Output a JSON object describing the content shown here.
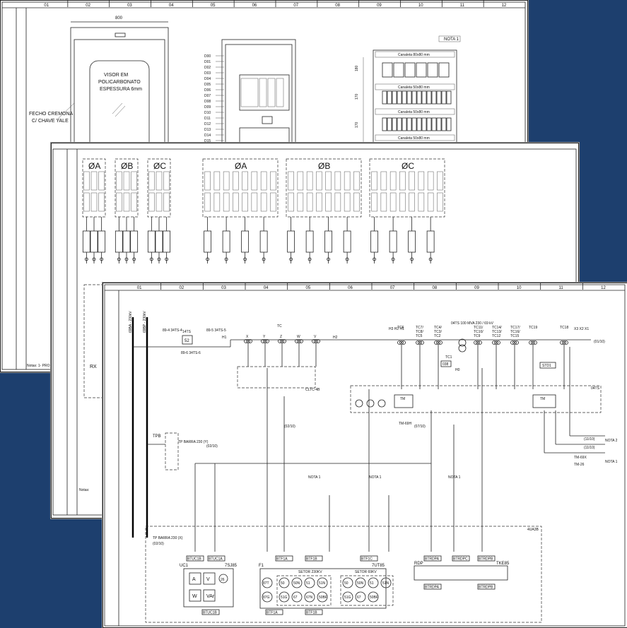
{
  "columns": [
    "01",
    "02",
    "03",
    "04",
    "05",
    "06",
    "07",
    "08",
    "09",
    "10",
    "11",
    "12"
  ],
  "sheet1": {
    "dimension": "800",
    "door_label": "VISOR EM POLICARBONATO ESPESSURA 6mm",
    "lock_label": "FECHO CREMONA C/ CHAVE YALE",
    "nota": "NOTA 1",
    "canaletas": [
      "Canaleta 80x80 mm",
      "Canaleta 50x80 mm",
      "Canaleta 50x80 mm",
      "Canaleta 50x80 mm"
    ],
    "row_codes": [
      "D00",
      "D01",
      "D02",
      "D03",
      "D04",
      "D05",
      "D06",
      "D07",
      "D08",
      "D09",
      "D10",
      "D11",
      "D12",
      "D13",
      "D14",
      "D15"
    ],
    "dims": [
      "180",
      "170",
      "170"
    ],
    "note_footer": "Notas: 1- PRO"
  },
  "sheet2": {
    "phase_groups": [
      "ØA",
      "ØB",
      "ØC",
      "ØA",
      "ØB",
      "ØC"
    ],
    "rx_label": "RX",
    "note_footer": "Notas:"
  },
  "sheet3": {
    "bus_labels": [
      "69BA - 230kV",
      "69BP - 230kV"
    ],
    "switches": [
      "89-4 34TS-4",
      "14TS",
      "89-5 34TS-5",
      "89-6 34TS-6"
    ],
    "cb_label": "52",
    "h_labels": [
      "H1",
      "H2",
      "H3 H2 H1"
    ],
    "tc_label": "TC",
    "tc_phases": [
      "X",
      "Y",
      "Z",
      "W",
      "V"
    ],
    "cltc": "CLTC-4B",
    "tc_groups": [
      "TC6",
      "TC7/ TC8/ TC5",
      "TC4/ TC3/ TC2",
      "TC11/ TC10/ TC9",
      "TC14/ TC13/ TC12",
      "TC17/ TC16/ TC15",
      "TC19",
      "TC18"
    ],
    "transformer": "04TS 100 MVA 230 / 69 kV",
    "tc1": "TC1",
    "n38": "038",
    "h0": "H0",
    "x_labels": "X3 X2 X1",
    "std1": "STD1",
    "t04": "04TS",
    "tm": [
      "TM",
      "TM"
    ],
    "tpb": "TPB",
    "tp_barra": "TP BARRA 230 (Y)",
    "tp_barra2": "TP BARRA 230 (X)",
    "ref_0210": "(02/10)",
    "ref_0110": "(01/10)",
    "ref_0710": "(07/10)",
    "ref_1110": "(11/10)",
    "nota1": "NOTA 1",
    "nota2": "NOTA 2",
    "tm_labels": [
      "TM-69H",
      "TM-69X",
      "TM-26"
    ],
    "panel": "4UA3B",
    "devices": [
      "UC1",
      "7SJ85",
      "F1",
      "7UT85",
      "RDP",
      "TKE85"
    ],
    "setor230": "SETOR 230KV",
    "setor69": "SETOR 69KV",
    "terminals": [
      "BTUC1B",
      "BTUC1A",
      "BTF1A",
      "BTF1B",
      "BTF1C",
      "BTRDPA",
      "BTRDPC",
      "BTRDPB",
      "BTUC1B",
      "BTF1A",
      "BTF1B",
      "BTRDPA",
      "BTRDPB"
    ],
    "meters": [
      "A",
      "V",
      "W",
      "VAr",
      "26"
    ],
    "relay_buttons_230": [
      "50",
      "50N",
      "51",
      "51N",
      "51G",
      "67",
      "67N",
      "50BF"
    ],
    "relay_buttons_69": [
      "50",
      "50N",
      "51",
      "51N",
      "51G",
      "67",
      "50BF"
    ],
    "relay_left": [
      "87T",
      "87G"
    ]
  }
}
